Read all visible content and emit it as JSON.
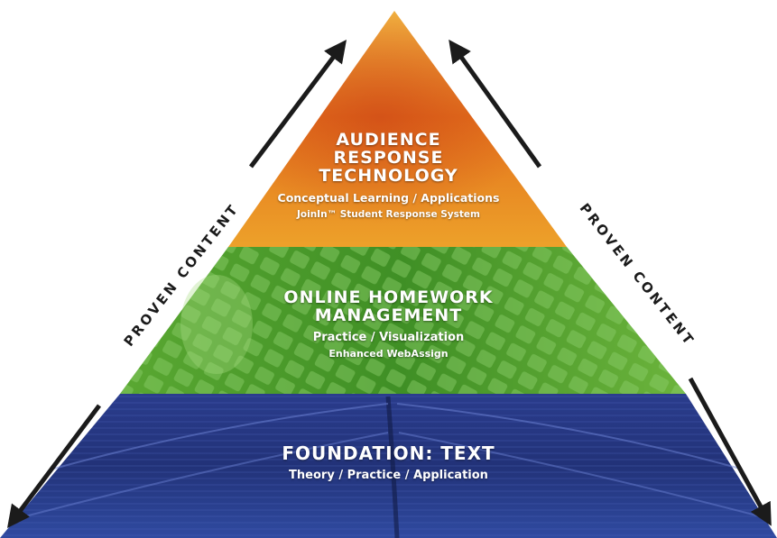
{
  "pyramid": {
    "top": {
      "title_lines": [
        "AUDIENCE",
        "RESPONSE",
        "TECHNOLOGY"
      ],
      "subtitle": "Conceptual Learning / Applications",
      "detail": "JoinIn™ Student Response System",
      "color": "#e89a1e"
    },
    "middle": {
      "title_lines": [
        "ONLINE HOMEWORK",
        "MANAGEMENT"
      ],
      "subtitle": "Practice / Visualization",
      "detail": "Enhanced WebAssign",
      "color": "#4a9a2c"
    },
    "bottom": {
      "title": "FOUNDATION: TEXT",
      "subtitle": "Theory / Practice / Application",
      "color": "#2b3f8e"
    }
  },
  "side_labels": {
    "left": "PROVEN CONTENT",
    "right": "PROVEN CONTENT"
  },
  "arrow_color": "#1b1b1b"
}
